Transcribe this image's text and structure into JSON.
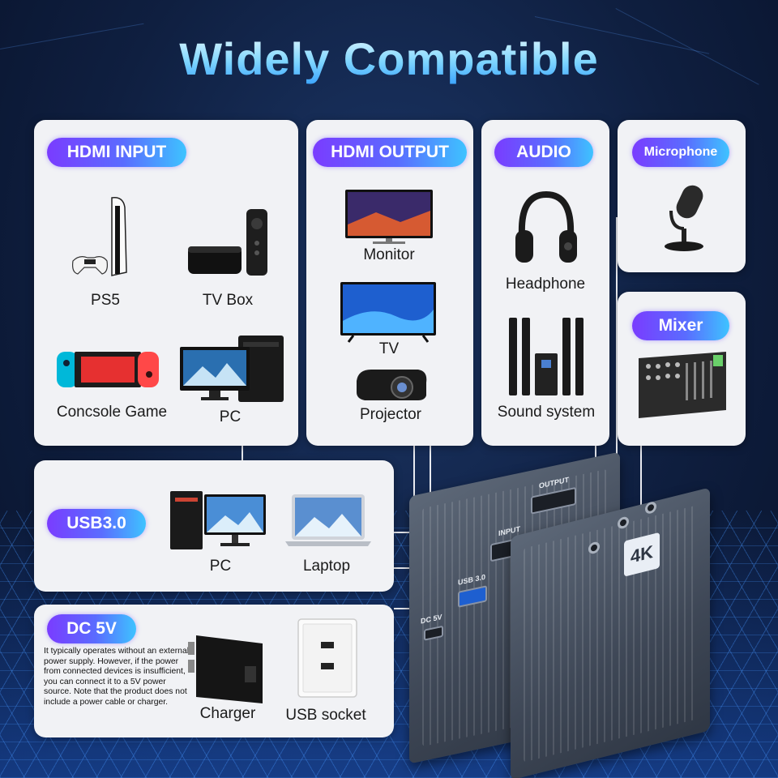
{
  "title": "Widely Compatible",
  "sections": {
    "hdmi_input": {
      "label": "HDMI INPUT",
      "items": [
        "PS5",
        "TV Box",
        "Concsole Game",
        "PC"
      ]
    },
    "hdmi_output": {
      "label": "HDMI OUTPUT",
      "items": [
        "Monitor",
        "TV",
        "Projector"
      ]
    },
    "audio": {
      "label": "AUDIO",
      "items": [
        "Headphone",
        "Sound system"
      ]
    },
    "microphone": {
      "label": "Microphone"
    },
    "mixer": {
      "label": "Mixer"
    },
    "usb": {
      "label": "USB3.0",
      "items": [
        "PC",
        "Laptop"
      ]
    },
    "dc": {
      "label": "DC 5V",
      "note": "It typically operates without an external power supply. However, if the power from connected devices is insufficient, you can connect it to a 5V power source. Note that the product does not include a power cable or charger.",
      "items": [
        "Charger",
        "USB socket"
      ]
    }
  },
  "device": {
    "badge": "4K",
    "port_labels": [
      "OUTPUT",
      "INPUT",
      "USB 3.0",
      "DC 5V"
    ]
  },
  "colors": {
    "pill_start": "#7a3cff",
    "pill_end": "#3ec3ff",
    "card": "#f1f2f5",
    "background": "#0f1f40"
  }
}
